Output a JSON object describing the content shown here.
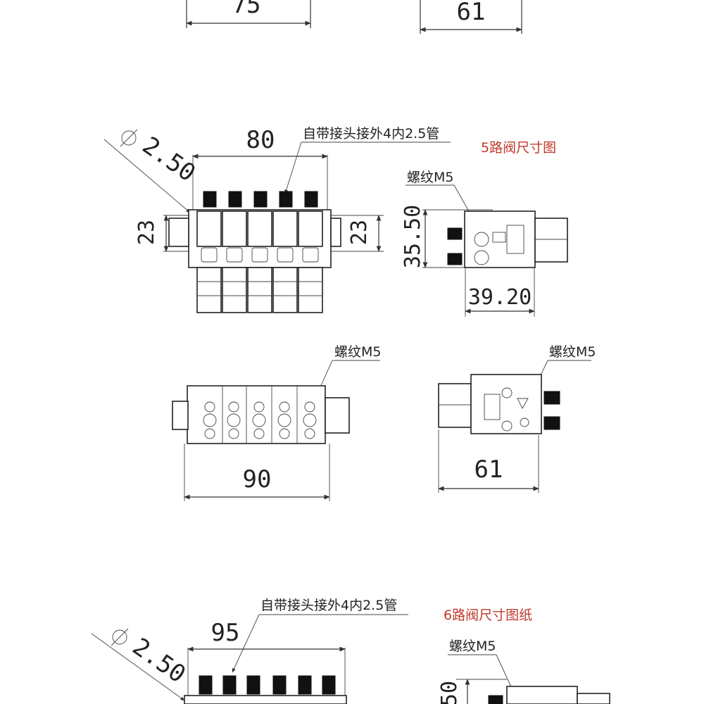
{
  "top_fragment": {
    "left_dim": "75",
    "right_dim": "61"
  },
  "five_way": {
    "title": "5路阀尺寸图",
    "fitting_note": "自带接头接外4内2.5管",
    "front_view": {
      "width": "80",
      "hole_dia": "2.50",
      "left_height": "23",
      "right_height": "23"
    },
    "side_view": {
      "thread_label": "螺纹M5",
      "height": "35.50",
      "depth": "39.20"
    },
    "bottom_view": {
      "thread_label": "螺纹M5",
      "width": "90"
    },
    "rear_view": {
      "thread_label": "螺纹M5",
      "width": "61"
    }
  },
  "six_way": {
    "title": "6路阀尺寸图纸",
    "fitting_note": "自带接头接外4内2.5管",
    "front_view": {
      "width": "95",
      "hole_dia": "2.50"
    },
    "side_view": {
      "thread_label": "螺纹M5",
      "height_partial": "50"
    }
  }
}
